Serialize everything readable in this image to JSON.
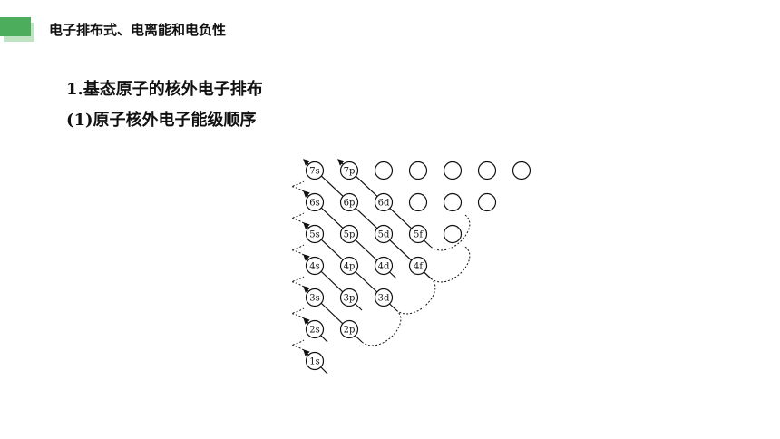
{
  "header": {
    "title": "电子排布式、电离能和电负性"
  },
  "content": {
    "heading1": "1.基态原子的核外电子排布",
    "heading2": "(1)原子核外电子能级顺序"
  },
  "diagram": {
    "rows": [
      {
        "orbitals": [
          "7s",
          "7p",
          "",
          "",
          "",
          "",
          ""
        ]
      },
      {
        "orbitals": [
          "6s",
          "6p",
          "6d",
          "",
          "",
          ""
        ]
      },
      {
        "orbitals": [
          "5s",
          "5p",
          "5d",
          "5f",
          ""
        ]
      },
      {
        "orbitals": [
          "4s",
          "4p",
          "4d",
          "4f"
        ]
      },
      {
        "orbitals": [
          "3s",
          "3p",
          "3d"
        ]
      },
      {
        "orbitals": [
          "2s",
          "2p"
        ]
      },
      {
        "orbitals": [
          "1s"
        ]
      }
    ],
    "colors": {
      "accent": "#4cae5c",
      "line": "#111111"
    }
  }
}
